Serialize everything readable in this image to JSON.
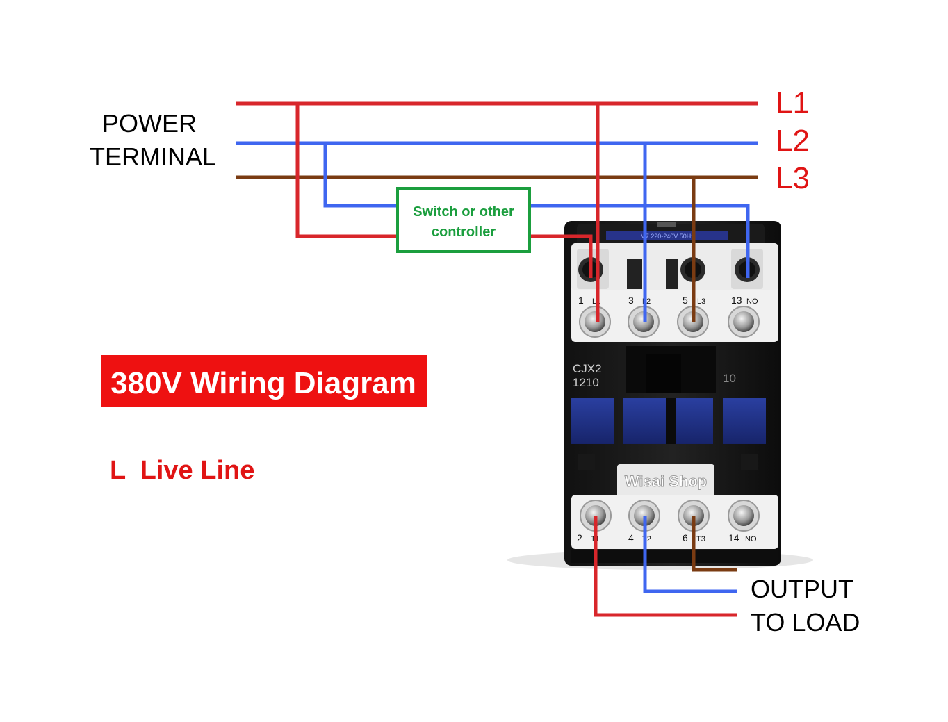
{
  "power_terminal": {
    "line1": "POWER",
    "line2": "TERMINAL"
  },
  "lines": [
    {
      "label": "L1",
      "color": "#d8262b"
    },
    {
      "label": "L2",
      "color": "#3f66f0"
    },
    {
      "label": "L3",
      "color": "#7a3b12"
    }
  ],
  "controller": {
    "line1": "Switch or other",
    "line2": "controller",
    "color": "#1b9e3e"
  },
  "title_banner": {
    "text": "380V Wiring Diagram",
    "bg": "#ee1111"
  },
  "legend": {
    "text": "L  Live Line",
    "color": "#e01414"
  },
  "output": {
    "line1": "OUTPUT",
    "line2": "TO LOAD"
  },
  "contactor": {
    "model_line1": "CJX2",
    "model_line2": "1210",
    "side_number": "10",
    "top_rating": "M7 220-240V 50Hz",
    "watermark": "Wisai Shop",
    "top_terminals": [
      {
        "num": "1",
        "tag": "L1"
      },
      {
        "num": "3",
        "tag": "L2"
      },
      {
        "num": "5",
        "tag": "L3"
      },
      {
        "num": "13",
        "tag": "NO"
      }
    ],
    "bottom_terminals": [
      {
        "num": "2",
        "tag": "T1"
      },
      {
        "num": "4",
        "tag": "T2"
      },
      {
        "num": "6",
        "tag": "T3"
      },
      {
        "num": "14",
        "tag": "NO"
      }
    ]
  }
}
